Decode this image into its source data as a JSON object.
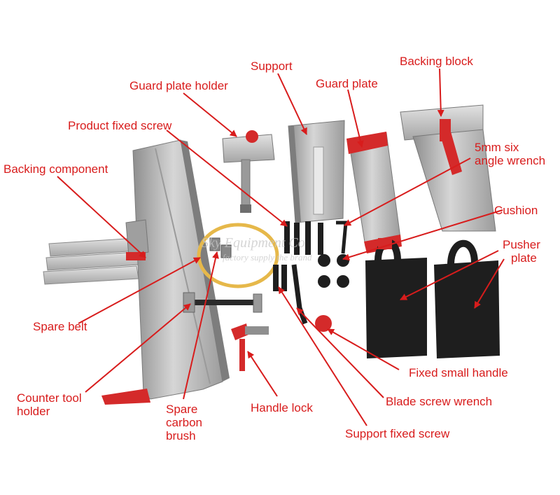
{
  "labels": {
    "guard_plate_holder": "Guard plate holder",
    "support": "Support",
    "guard_plate": "Guard plate",
    "backing_block": "Backing block",
    "product_fixed_screw": "Product fixed screw",
    "backing_component": "Backing component",
    "wrench_5mm_line1": "5mm six",
    "wrench_5mm_line2": "angle wrench",
    "cushion": "Cushion",
    "pusher_plate_line1": "Pusher",
    "pusher_plate_line2": "plate",
    "spare_belt": "Spare belt",
    "fixed_small_handle": "Fixed small handle",
    "counter_tool_holder_line1": "Counter tool",
    "counter_tool_holder_line2": "holder",
    "blade_screw_wrench": "Blade screw wrench",
    "spare_carbon_brush_line1": "Spare",
    "spare_carbon_brush_line2": "carbon",
    "spare_carbon_brush_line3": "brush",
    "handle_lock": "Handle lock",
    "support_fixed_screw": "Support fixed screw"
  },
  "watermark": {
    "line1": "Sky Equipment Co",
    "line2": "factory supply the brand"
  },
  "colors": {
    "label_red": "#d81c1c",
    "aluminium": "#b8b8b8",
    "rubber_black": "#1e1e1e",
    "belt_yellow": "#e6b84a",
    "cap_red": "#d42a2a"
  }
}
